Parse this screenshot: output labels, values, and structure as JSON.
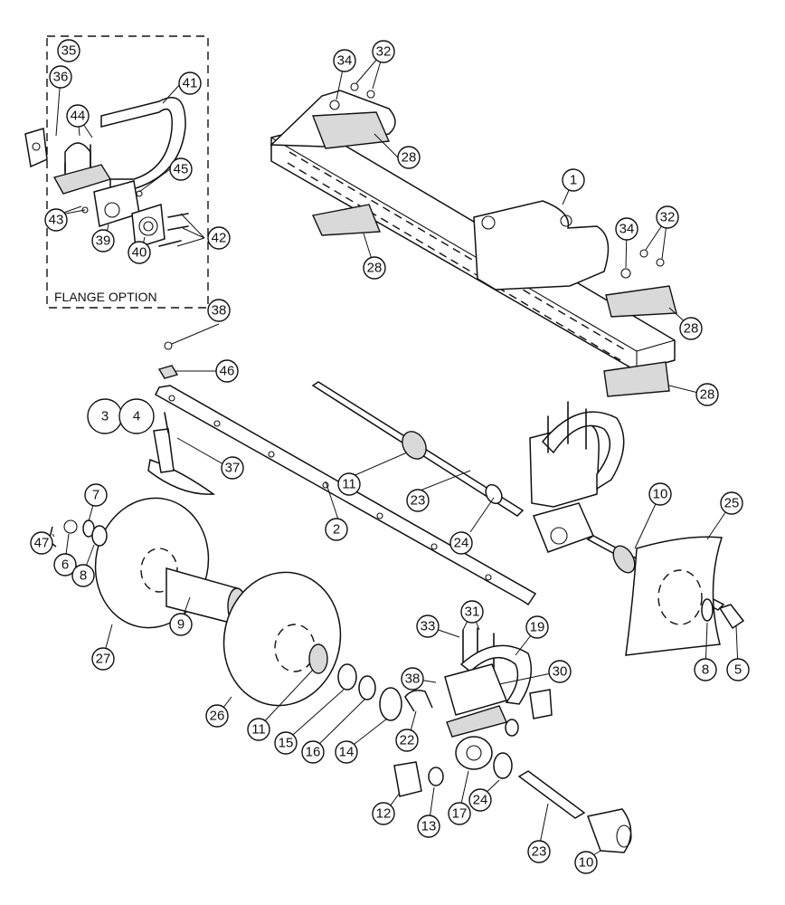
{
  "inset_caption": "FLANGE OPTION",
  "callouts": {
    "c1": "1",
    "c2": "2",
    "c3": "3",
    "c4": "4",
    "c5": "5",
    "c6": "6",
    "c7": "7",
    "c8a": "8",
    "c8b": "8",
    "c9": "9",
    "c10a": "10",
    "c10b": "10",
    "c11a": "11",
    "c11b": "11",
    "c12": "12",
    "c13": "13",
    "c14": "14",
    "c15": "15",
    "c16": "16",
    "c17": "17",
    "c19": "19",
    "c22": "22",
    "c23a": "23",
    "c23b": "23",
    "c24a": "24",
    "c24b": "24",
    "c25": "25",
    "c26": "26",
    "c27": "27",
    "c28a": "28",
    "c28b": "28",
    "c28c": "28",
    "c28d": "28",
    "c30": "30",
    "c31": "31",
    "c32a": "32",
    "c32b": "32",
    "c33": "33",
    "c34a": "34",
    "c34b": "34",
    "c35": "35",
    "c36": "36",
    "c37": "37",
    "c38a": "38",
    "c38b": "38",
    "c39": "39",
    "c40": "40",
    "c41": "41",
    "c42": "42",
    "c43": "43",
    "c44": "44",
    "c45": "45",
    "c46": "46",
    "c47": "47"
  }
}
